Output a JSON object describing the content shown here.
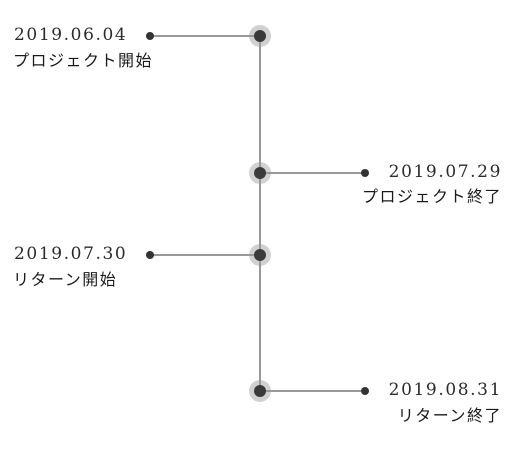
{
  "timeline": {
    "events": [
      {
        "date": "2019.06.04",
        "title": "プロジェクト開始"
      },
      {
        "date": "2019.07.29",
        "title": "プロジェクト終了"
      },
      {
        "date": "2019.07.30",
        "title": "リターン開始"
      },
      {
        "date": "2019.08.31",
        "title": "リターン終了"
      }
    ],
    "colors": {
      "line": "#999999",
      "node": "#3a3a3a",
      "halo": "#9a9a9a",
      "end_dot": "#333333"
    }
  }
}
